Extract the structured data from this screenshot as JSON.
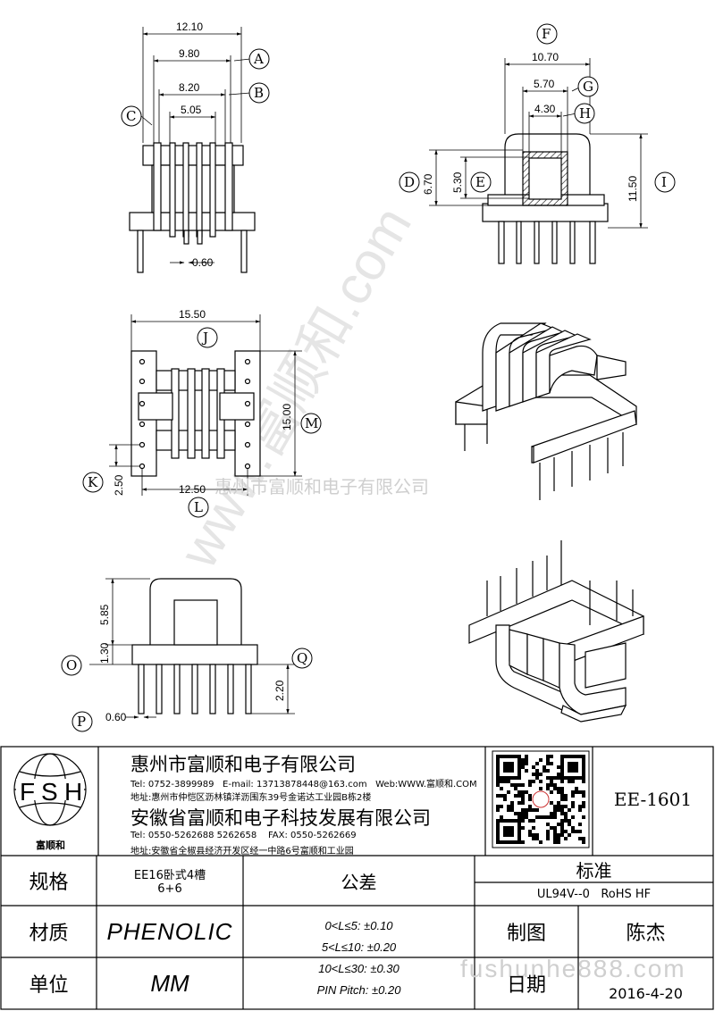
{
  "dimensions": {
    "front_view": {
      "d1": "12.10",
      "d2": "9.80",
      "d3": "8.20",
      "d4": "5.05",
      "pin": "0.60"
    },
    "side_view": {
      "d1": "10.70",
      "d2": "5.70",
      "d3": "4.30",
      "h1": "6.70",
      "h2": "5.30",
      "h3": "11.50"
    },
    "top_view": {
      "width": "15.50",
      "height": "15.00",
      "pitch_x": "12.50",
      "pitch_y": "2.50"
    },
    "bottom_view": {
      "h1": "5.85",
      "h2": "1.30",
      "h3": "2.20",
      "pin": "0.60"
    }
  },
  "callouts": [
    "A",
    "B",
    "C",
    "D",
    "E",
    "F",
    "G",
    "H",
    "I",
    "J",
    "K",
    "L",
    "M",
    "O",
    "P",
    "Q"
  ],
  "watermark": {
    "diagonal": "www.富顺和.com",
    "center_text": "惠州市富顺和电子有限公司",
    "bottom": "fushunhe888.com"
  },
  "title_block": {
    "logo_letters": [
      "F",
      "S",
      "H"
    ],
    "logo_caption": "富顺和",
    "company1": {
      "name": "惠州市富顺和电子有限公司",
      "tel_label": "Tel:",
      "tel": "0752-3899989",
      "email_label": "E-mail:",
      "email": "13713878448@163.com",
      "web_label": "Web:",
      "web": "WWW.富顺和.COM",
      "addr_label": "地址:",
      "addr": "惠州市仲恺区沥林镇洋沥围东39号金诺达工业园B栋2楼"
    },
    "company2": {
      "name": "安徽省富顺和电子科技发展有限公司",
      "tel_label": "Tel:",
      "tel": "0550-5262688   5262658",
      "fax_label": "FAX:",
      "fax": "0550-5262669",
      "addr_label": "地址:",
      "addr": "安徽省全椒县经济开发区经一中路6号富顺和工业园"
    },
    "part_no": "EE-1601",
    "spec_label": "规格",
    "spec_value_1": "EE16卧式4槽",
    "spec_value_2": "6+6",
    "tolerance_label": "公差",
    "standard_label": "标准",
    "standard_value": "UL94V--0   RoHS HF",
    "material_label": "材质",
    "material_value": "PHENOLIC",
    "unit_label": "单位",
    "unit_value": "MM",
    "tolerances": [
      "0<L≤5: ±0.10",
      "5<L≤10: ±0.20",
      "10<L≤30: ±0.30",
      "PIN Pitch: ±0.20"
    ],
    "drawn_label": "制图",
    "drawn_value": "陈杰",
    "date_label": "日期",
    "date_value": "2016-4-20"
  }
}
